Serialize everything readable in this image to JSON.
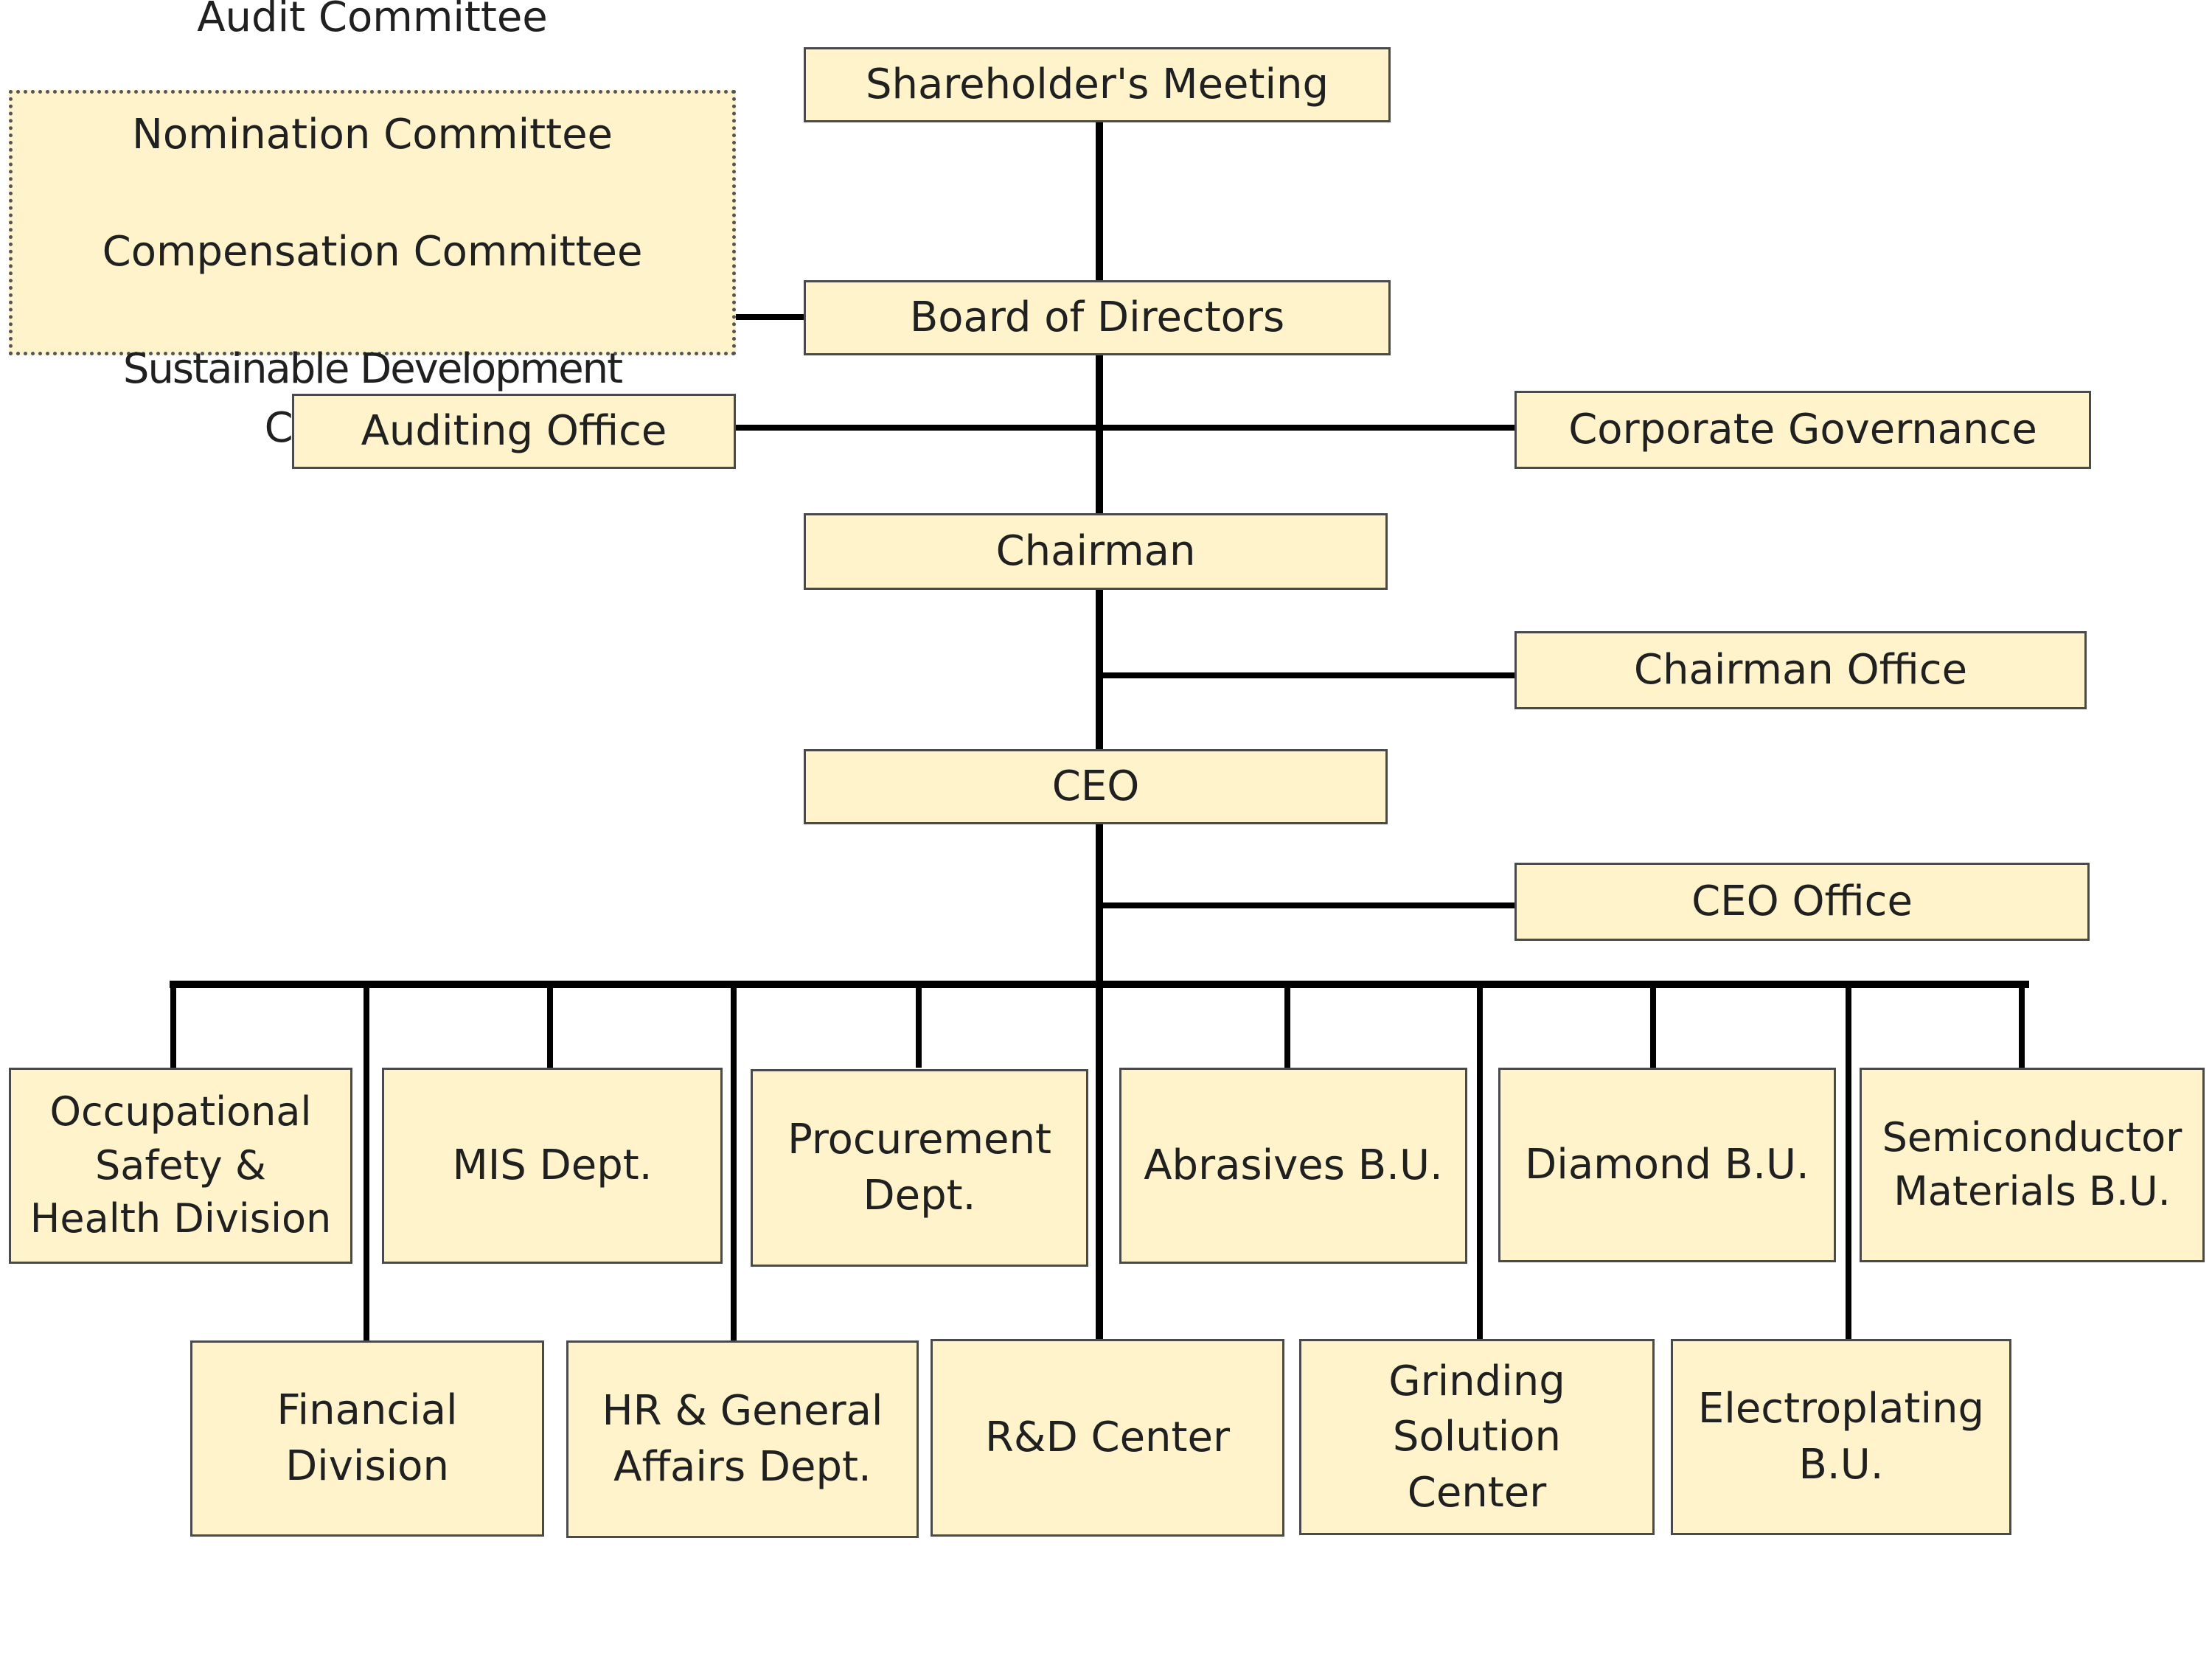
{
  "committees": {
    "items": [
      "Audit Committee",
      "Nomination Committee",
      "Compensation Committee",
      "Sustainable Development Committee"
    ]
  },
  "nodes": {
    "shareholders_meeting": "Shareholder's Meeting",
    "board_of_directors": "Board of Directors",
    "auditing_office": "Auditing Office",
    "corporate_governance": "Corporate Governance",
    "chairman": "Chairman",
    "chairman_office": "Chairman Office",
    "ceo": "CEO",
    "ceo_office": "CEO Office"
  },
  "units_row1": [
    "Occupational\nSafety &\nHealth Division",
    "MIS Dept.",
    "Procurement\nDept.",
    "Abrasives B.U.",
    "Diamond B.U.",
    "Semiconductor\nMaterials B.U."
  ],
  "units_row2": [
    "Financial\nDivision",
    "HR & General\nAffairs Dept.",
    "R&D Center",
    "Grinding\nSolution\nCenter",
    "Electroplating\nB.U."
  ],
  "colors": {
    "box_fill": "#fef3cb",
    "box_border": "#4a4a4a",
    "line": "#000000"
  }
}
